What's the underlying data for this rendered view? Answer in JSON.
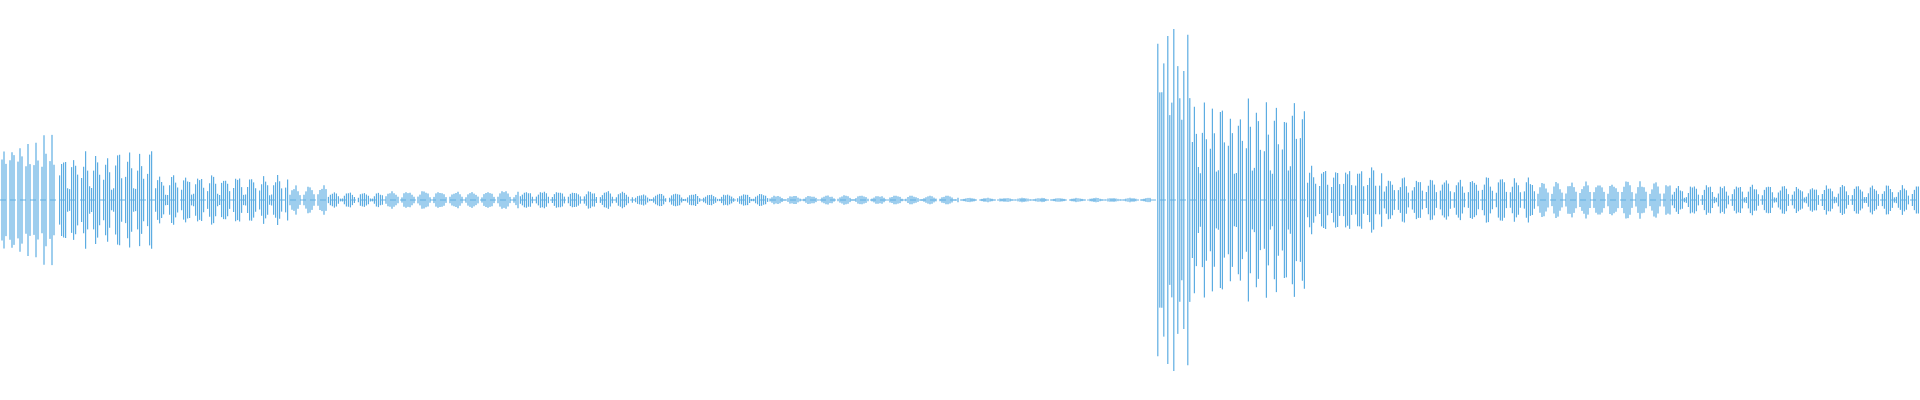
{
  "waveform": {
    "color": "#5dade2",
    "background": "#ffffff",
    "segments": [
      {
        "from": 0.0,
        "to": 0.03,
        "amp": 0.34,
        "period": 8
      },
      {
        "from": 0.03,
        "to": 0.08,
        "amp": 0.26,
        "period": 11
      },
      {
        "from": 0.08,
        "to": 0.15,
        "amp": 0.14,
        "period": 13
      },
      {
        "from": 0.15,
        "to": 0.17,
        "amp": 0.08,
        "period": 14
      },
      {
        "from": 0.17,
        "to": 0.2,
        "amp": 0.04,
        "period": 15
      },
      {
        "from": 0.2,
        "to": 0.27,
        "amp": 0.05,
        "period": 16
      },
      {
        "from": 0.27,
        "to": 0.33,
        "amp": 0.05,
        "period": 16
      },
      {
        "from": 0.33,
        "to": 0.4,
        "amp": 0.035,
        "period": 17
      },
      {
        "from": 0.4,
        "to": 0.5,
        "amp": 0.025,
        "period": 17
      },
      {
        "from": 0.5,
        "to": 0.6,
        "amp": 0.012,
        "period": 18
      },
      {
        "from": 0.6,
        "to": 0.602,
        "amp": 0.004,
        "period": 18
      },
      {
        "from": 0.602,
        "to": 0.62,
        "amp": 0.95,
        "period": 5
      },
      {
        "from": 0.62,
        "to": 0.68,
        "amp": 0.54,
        "period": 9
      },
      {
        "from": 0.68,
        "to": 0.72,
        "amp": 0.18,
        "period": 12
      },
      {
        "from": 0.72,
        "to": 0.8,
        "amp": 0.12,
        "period": 14
      },
      {
        "from": 0.8,
        "to": 0.87,
        "amp": 0.1,
        "period": 14
      },
      {
        "from": 0.87,
        "to": 1.0,
        "amp": 0.08,
        "period": 15
      }
    ]
  }
}
